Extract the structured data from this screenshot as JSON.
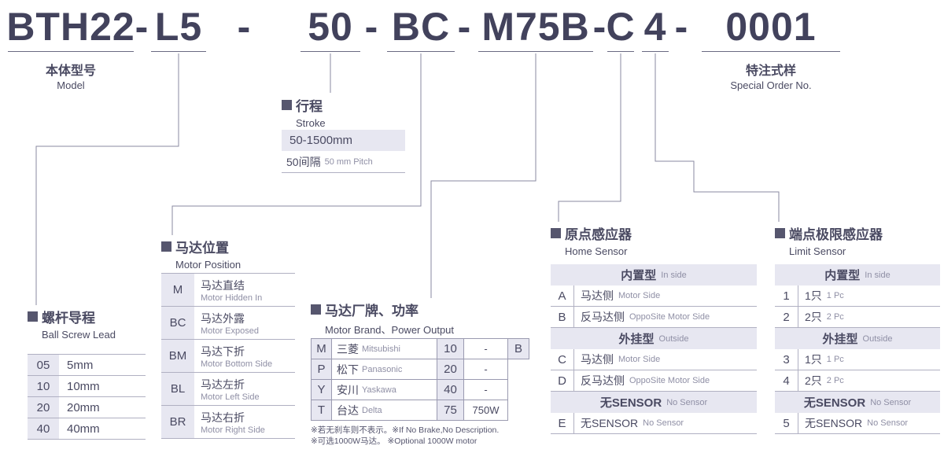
{
  "colors": {
    "text": "#4a4a62",
    "shade": "#e7e7f1",
    "marker": "#56566e",
    "line": "#8a8aa0"
  },
  "model_code": {
    "separator": "-",
    "segments": [
      "BTH22",
      "L5",
      "50",
      "BC",
      "M75B",
      "C",
      "4",
      "0001"
    ]
  },
  "model_label": {
    "zh": "本体型号",
    "en": "Model"
  },
  "special_label": {
    "zh": "特注式样",
    "en": "Special Order No."
  },
  "stroke": {
    "title_zh": "行程",
    "title_en": "Stroke",
    "range": "50-1500mm",
    "pitch_zh": "50间隔",
    "pitch_en": "50 mm Pitch"
  },
  "ball_screw_lead": {
    "title_zh": "螺杆导程",
    "title_en": "Ball Screw Lead",
    "rows": [
      {
        "code": "05",
        "value": "5mm"
      },
      {
        "code": "10",
        "value": "10mm"
      },
      {
        "code": "20",
        "value": "20mm"
      },
      {
        "code": "40",
        "value": "40mm"
      }
    ]
  },
  "motor_position": {
    "title_zh": "马达位置",
    "title_en": "Motor Position",
    "rows": [
      {
        "code": "M",
        "zh": "马达直结",
        "en": "Motor Hidden In"
      },
      {
        "code": "BC",
        "zh": "马达外露",
        "en": "Motor Exposed"
      },
      {
        "code": "BM",
        "zh": "马达下折",
        "en": "Motor Bottom Side"
      },
      {
        "code": "BL",
        "zh": "马达左折",
        "en": "Motor Left Side"
      },
      {
        "code": "BR",
        "zh": "马达右折",
        "en": "Motor Right Side"
      }
    ]
  },
  "motor_brand": {
    "title_zh": "马达厂牌、功率",
    "title_en": "Motor Brand、Power Output",
    "brake_code": "B",
    "rows": [
      {
        "code": "M",
        "brand_zh": "三菱",
        "brand_en": "Mitsubishi",
        "power": "10",
        "watt": "-"
      },
      {
        "code": "P",
        "brand_zh": "松下",
        "brand_en": "Panasonic",
        "power": "20",
        "watt": "-"
      },
      {
        "code": "Y",
        "brand_zh": "安川",
        "brand_en": "Yaskawa",
        "power": "40",
        "watt": "-"
      },
      {
        "code": "T",
        "brand_zh": "台达",
        "brand_en": "Delta",
        "power": "75",
        "watt": "750W"
      }
    ],
    "note1": "※若无刹车则不表示。※If No Brake,No Description.",
    "note2": "※可选1000W马达。 ※Optional 1000W motor"
  },
  "home_sensor": {
    "title_zh": "原点感应器",
    "title_en": "Home Sensor",
    "groups": [
      {
        "head_zh": "内置型",
        "head_en": "In side",
        "rows": [
          {
            "code": "A",
            "zh": "马达侧",
            "en": "Motor Side"
          },
          {
            "code": "B",
            "zh": "反马达侧",
            "en": "OppoSite Motor Side"
          }
        ]
      },
      {
        "head_zh": "外挂型",
        "head_en": "Outside",
        "rows": [
          {
            "code": "C",
            "zh": "马达侧",
            "en": "Motor Side"
          },
          {
            "code": "D",
            "zh": "反马达侧",
            "en": "OppoSite Motor Side"
          }
        ]
      },
      {
        "head_zh": "无SENSOR",
        "head_en": "No Sensor",
        "rows": [
          {
            "code": "E",
            "zh": "无SENSOR",
            "en": "No Sensor"
          }
        ]
      }
    ]
  },
  "limit_sensor": {
    "title_zh": "端点极限感应器",
    "title_en": "Limit Sensor",
    "groups": [
      {
        "head_zh": "内置型",
        "head_en": "In side",
        "rows": [
          {
            "code": "1",
            "zh": "1只",
            "en": "1 Pc"
          },
          {
            "code": "2",
            "zh": "2只",
            "en": "2 Pc"
          }
        ]
      },
      {
        "head_zh": "外挂型",
        "head_en": "Outside",
        "rows": [
          {
            "code": "3",
            "zh": "1只",
            "en": "1 Pc"
          },
          {
            "code": "4",
            "zh": "2只",
            "en": "2 Pc"
          }
        ]
      },
      {
        "head_zh": "无SENSOR",
        "head_en": "No Sensor",
        "rows": [
          {
            "code": "5",
            "zh": "无SENSOR",
            "en": "No Sensor"
          }
        ]
      }
    ]
  }
}
